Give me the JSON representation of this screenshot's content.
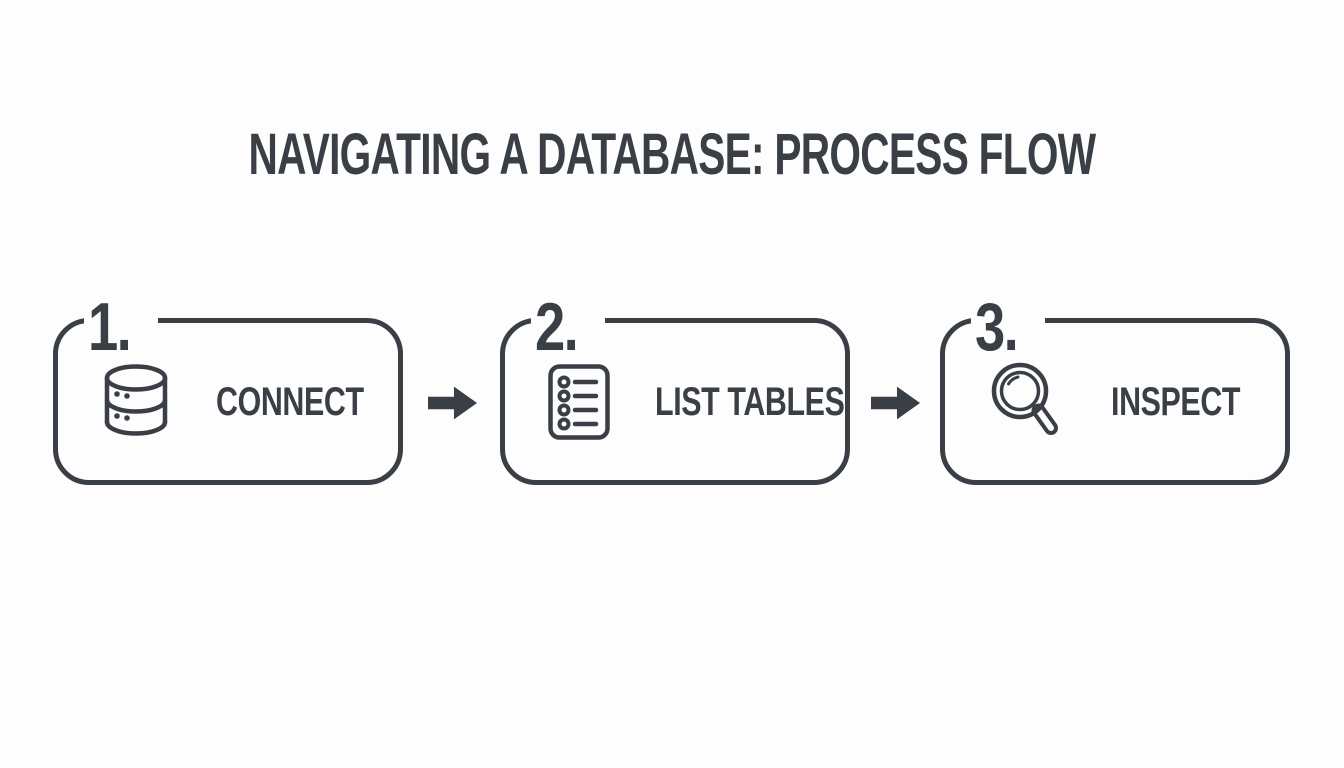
{
  "title": "NAVIGATING A DATABASE: PROCESS FLOW",
  "colors": {
    "ink": "#3a3f46",
    "background": "#fdfdfe"
  },
  "steps": [
    {
      "number": "1.",
      "label": "CONNECT",
      "icon": "database-icon"
    },
    {
      "number": "2.",
      "label": "LIST TABLES",
      "icon": "list-icon"
    },
    {
      "number": "3.",
      "label": "INSPECT",
      "icon": "magnifying-glass-icon"
    }
  ],
  "connectors": [
    {
      "icon": "arrow-right-icon"
    },
    {
      "icon": "arrow-right-icon"
    }
  ]
}
